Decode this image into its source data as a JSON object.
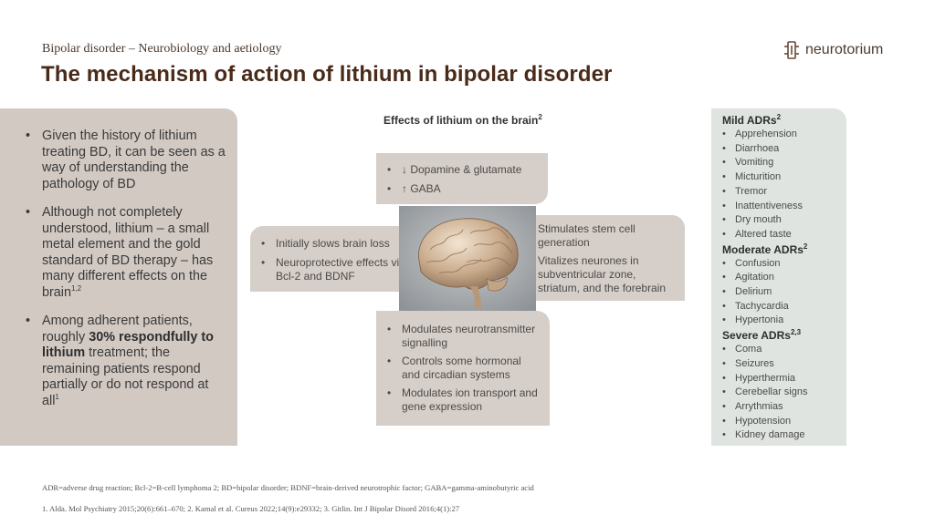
{
  "header": {
    "subtitle": "Bipolar disorder – Neurobiology and aetiology",
    "title": "The mechanism of action of lithium in bipolar disorder",
    "brand": "neurotorium"
  },
  "left_panel": {
    "bullet1": "Given the history of lithium treating BD, it can be seen as a way of understanding the pathology of BD",
    "bullet2_text": "Although not completely understood, lithium – a small metal element and the gold standard of BD therapy – has many different effects on the brain",
    "bullet2_sup": "1,2",
    "bullet3_pre": "Among adherent patients, roughly ",
    "bullet3_bold": "30% respondfully to lithium",
    "bullet3_post": " treatment; the remaining patients respond partially or do not respond at all",
    "bullet3_sup": "1"
  },
  "diagram": {
    "title": "Effects of lithium on the brain",
    "title_sup": "2",
    "top": [
      "↓ Dopamine & glutamate",
      "↑ GABA"
    ],
    "left": [
      "Initially slows brain loss",
      "Neuroprotective effects via Bcl-2 and BDNF"
    ],
    "right": [
      "Stimulates stem cell generation",
      "Vitalizes neurones in subventricular zone, striatum, and the forebrain"
    ],
    "bottom": [
      "Modulates neurotransmitter signalling",
      "Controls some hormonal and circadian systems",
      "Modulates ion transport and gene expression"
    ]
  },
  "adrs": {
    "mild_heading": "Mild ADRs",
    "mild_sup": "2",
    "mild": [
      "Apprehension",
      "Diarrhoea",
      "Vomiting",
      "Micturition",
      "Tremor",
      "Inattentiveness",
      "Dry mouth",
      "Altered taste"
    ],
    "moderate_heading": "Moderate ADRs",
    "moderate_sup": "2",
    "moderate": [
      "Confusion",
      "Agitation",
      "Delirium",
      "Tachycardia",
      "Hypertonia"
    ],
    "severe_heading": "Severe ADRs",
    "severe_sup": "2,3",
    "severe": [
      "Coma",
      "Seizures",
      "Hyperthermia",
      "Cerebellar signs",
      "Arrythmias",
      "Hypotension",
      "Kidney damage"
    ]
  },
  "footer": {
    "abbreviations": "ADR=adverse drug reaction; Bcl-2=B-cell lymphoma 2; BD=bipolar disorder; BDNF=brain-derived neurotrophic factor; GABA=gamma-aminobutyric acid",
    "references": "1. Alda. Mol Psychiatry 2015;20(6):661–670; 2. Kamal et al. Cureus 2022;14(9):e29332; 3. Gitlin. Int J Bipolar Disord 2016;4(1):27"
  },
  "colors": {
    "title": "#4a2a18",
    "panel_warm": "#d2c9c3",
    "box": "#d6cec8",
    "panel_cool": "#dfe4e1"
  }
}
